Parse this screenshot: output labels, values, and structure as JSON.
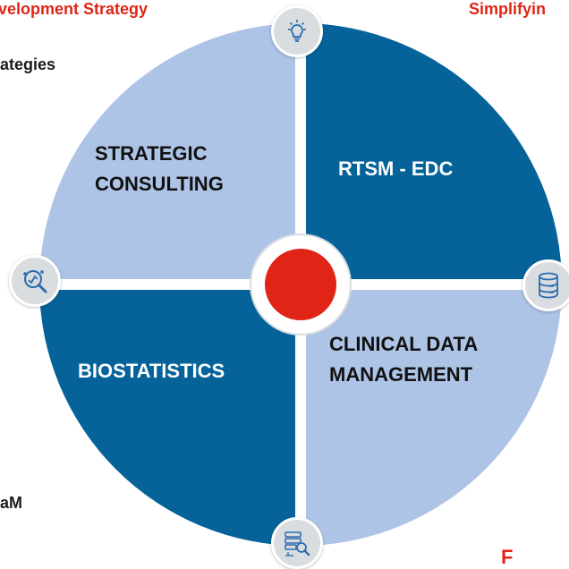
{
  "headings": {
    "top_left": "velopment Strategy",
    "top_right": "Simplifyin",
    "left_line_1": "ategies",
    "left_line_2": "aM",
    "bottom_right": "F"
  },
  "quadrants": {
    "top_left": {
      "line1": "STRATEGIC",
      "line2": "CONSULTING",
      "color": "#aec4e6"
    },
    "top_right": {
      "line1": "RTSM - EDC",
      "color": "#05639a"
    },
    "bottom_left": {
      "line1": "BIOSTATISTICS",
      "color": "#05639a"
    },
    "bottom_right": {
      "line1": "CLINICAL DATA",
      "line2": "MANAGEMENT",
      "color": "#aec4e6"
    }
  },
  "colors": {
    "accent_red": "#e02516",
    "dark_blue": "#05639a",
    "light_blue": "#aec4e6",
    "icon_blue": "#2b6cb0"
  },
  "icons": {
    "top": "lightbulb-icon",
    "left": "analytics-magnifier-icon",
    "right": "database-icon",
    "bottom": "data-search-icon"
  }
}
